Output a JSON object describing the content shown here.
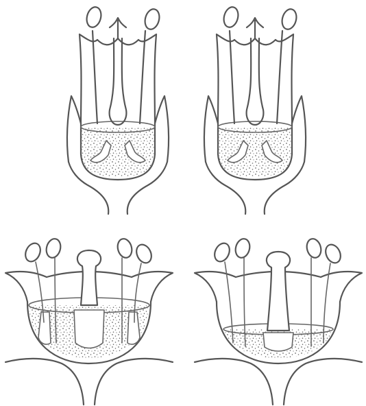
{
  "figure": {
    "panels": [
      {
        "id": "flower-1",
        "type": "tubular-flower-section"
      },
      {
        "id": "flower-2",
        "type": "tubular-flower-section"
      },
      {
        "id": "flower-3",
        "type": "open-flower-section",
        "ovary_fill": "high"
      },
      {
        "id": "flower-4",
        "type": "open-flower-section",
        "ovary_fill": "low"
      }
    ],
    "colors": {
      "ink": "#555555",
      "stipple": "#6a6a6a",
      "background": "#ffffff"
    }
  }
}
